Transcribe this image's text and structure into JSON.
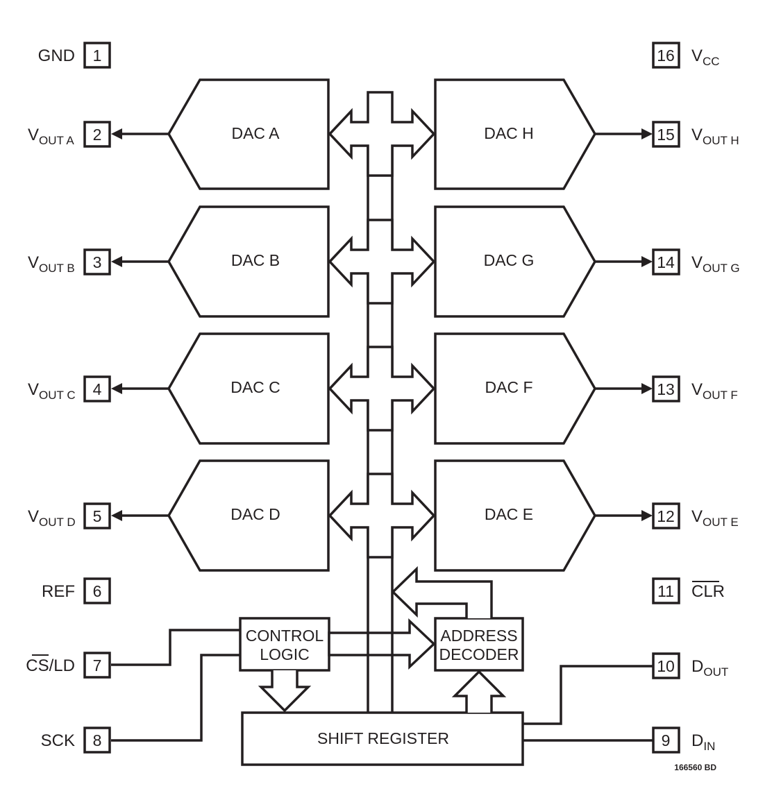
{
  "pins": {
    "p1": {
      "num": "1",
      "label": "GND"
    },
    "p2": {
      "num": "2",
      "main": "V",
      "sub": "OUT A"
    },
    "p3": {
      "num": "3",
      "main": "V",
      "sub": "OUT B"
    },
    "p4": {
      "num": "4",
      "main": "V",
      "sub": "OUT C"
    },
    "p5": {
      "num": "5",
      "main": "V",
      "sub": "OUT D"
    },
    "p6": {
      "num": "6",
      "label": "REF"
    },
    "p7": {
      "num": "7",
      "over": "CS",
      "label": "/LD"
    },
    "p8": {
      "num": "8",
      "label": "SCK"
    },
    "p9": {
      "num": "9",
      "main": "D",
      "sub": "IN"
    },
    "p10": {
      "num": "10",
      "main": "D",
      "sub": "OUT"
    },
    "p11": {
      "num": "11",
      "over": "CLR"
    },
    "p12": {
      "num": "12",
      "main": "V",
      "sub": "OUT E"
    },
    "p13": {
      "num": "13",
      "main": "V",
      "sub": "OUT F"
    },
    "p14": {
      "num": "14",
      "main": "V",
      "sub": "OUT G"
    },
    "p15": {
      "num": "15",
      "main": "V",
      "sub": "OUT H"
    },
    "p16": {
      "num": "16",
      "main": "V",
      "sub": "CC"
    }
  },
  "blocks": {
    "dac_a": "DAC A",
    "dac_b": "DAC B",
    "dac_c": "DAC C",
    "dac_d": "DAC D",
    "dac_e": "DAC E",
    "dac_f": "DAC F",
    "dac_g": "DAC G",
    "dac_h": "DAC H",
    "control_logic": [
      "CONTROL",
      "LOGIC"
    ],
    "address_decoder": [
      "ADDRESS",
      "DECODER"
    ],
    "shift_register": "SHIFT REGISTER"
  },
  "figure_id": "166560 BD"
}
